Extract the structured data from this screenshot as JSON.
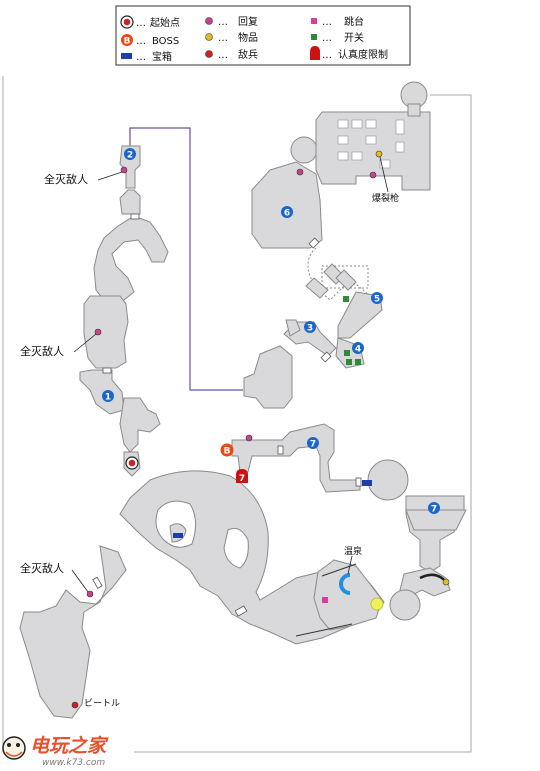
{
  "legend": {
    "start": "起始点",
    "boss": "BOSS",
    "chest": "宝箱",
    "heal": "回复",
    "item": "物品",
    "enemy": "敌兵",
    "jump": "跳台",
    "switch": "开关",
    "restrict": "认真度限制",
    "dots": "…",
    "boss_glyph": "B"
  },
  "labels": {
    "wipe_1": "全灭敌人",
    "wipe_2": "全灭敌人",
    "wipe_3": "全灭敌人",
    "bomb": "爆裂枪",
    "hot_spring": "温泉",
    "beetle": "ビートル"
  },
  "markers": {
    "n1": "1",
    "n2": "2",
    "n3": "3",
    "n4": "4",
    "n5": "5",
    "n6": "6",
    "n7a": "7",
    "n7b": "7",
    "n7c": "7",
    "restrict_num": "7",
    "boss": "B"
  },
  "watermark": {
    "title": "电玩之家",
    "url": "www.k73.com"
  },
  "colors": {
    "room": "#d9d9db",
    "route": "#6a4f9c",
    "number_marker": "#1a66c9",
    "heal": "#c8438f",
    "item": "#e6b923",
    "enemy": "#cc2222",
    "jump": "#d63f9a",
    "switch": "#2e8b3a",
    "chest": "#1e3ea8",
    "boss": "#e84a12"
  }
}
